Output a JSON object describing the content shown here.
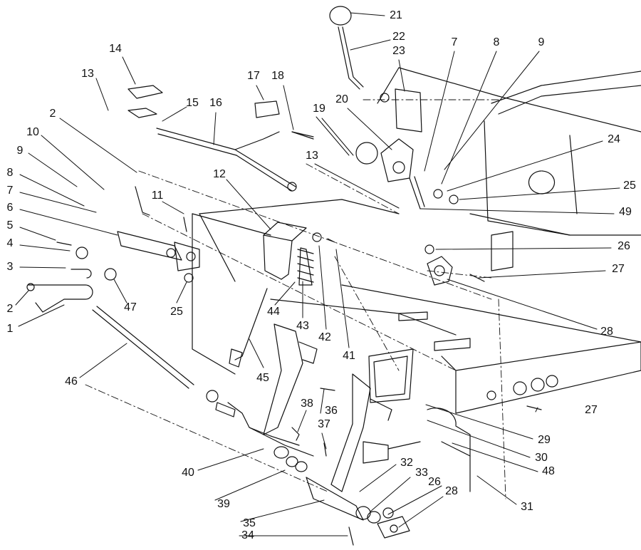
{
  "diagram": {
    "callouts": [
      {
        "id": "c1",
        "label": "1"
      },
      {
        "id": "c2a",
        "label": "2"
      },
      {
        "id": "c2b",
        "label": "2"
      },
      {
        "id": "c3",
        "label": "3"
      },
      {
        "id": "c4",
        "label": "4"
      },
      {
        "id": "c5",
        "label": "5"
      },
      {
        "id": "c6",
        "label": "6"
      },
      {
        "id": "c7a",
        "label": "7"
      },
      {
        "id": "c7b",
        "label": "7"
      },
      {
        "id": "c8a",
        "label": "8"
      },
      {
        "id": "c8b",
        "label": "8"
      },
      {
        "id": "c9a",
        "label": "9"
      },
      {
        "id": "c9b",
        "label": "9"
      },
      {
        "id": "c10",
        "label": "10"
      },
      {
        "id": "c11",
        "label": "11"
      },
      {
        "id": "c12",
        "label": "12"
      },
      {
        "id": "c13a",
        "label": "13"
      },
      {
        "id": "c13b",
        "label": "13"
      },
      {
        "id": "c14",
        "label": "14"
      },
      {
        "id": "c15",
        "label": "15"
      },
      {
        "id": "c16",
        "label": "16"
      },
      {
        "id": "c17",
        "label": "17"
      },
      {
        "id": "c18",
        "label": "18"
      },
      {
        "id": "c19",
        "label": "19"
      },
      {
        "id": "c20",
        "label": "20"
      },
      {
        "id": "c21",
        "label": "21"
      },
      {
        "id": "c22",
        "label": "22"
      },
      {
        "id": "c23",
        "label": "23"
      },
      {
        "id": "c24",
        "label": "24"
      },
      {
        "id": "c25a",
        "label": "25"
      },
      {
        "id": "c25b",
        "label": "25"
      },
      {
        "id": "c26a",
        "label": "26"
      },
      {
        "id": "c26b",
        "label": "26"
      },
      {
        "id": "c27a",
        "label": "27"
      },
      {
        "id": "c27b",
        "label": "27"
      },
      {
        "id": "c28a",
        "label": "28"
      },
      {
        "id": "c28b",
        "label": "28"
      },
      {
        "id": "c29",
        "label": "29"
      },
      {
        "id": "c30",
        "label": "30"
      },
      {
        "id": "c31",
        "label": "31"
      },
      {
        "id": "c32",
        "label": "32"
      },
      {
        "id": "c33",
        "label": "33"
      },
      {
        "id": "c34",
        "label": "34"
      },
      {
        "id": "c35",
        "label": "35"
      },
      {
        "id": "c36",
        "label": "36"
      },
      {
        "id": "c37",
        "label": "37"
      },
      {
        "id": "c38",
        "label": "38"
      },
      {
        "id": "c39",
        "label": "39"
      },
      {
        "id": "c40",
        "label": "40"
      },
      {
        "id": "c41",
        "label": "41"
      },
      {
        "id": "c42",
        "label": "42"
      },
      {
        "id": "c43",
        "label": "43"
      },
      {
        "id": "c44",
        "label": "44"
      },
      {
        "id": "c45",
        "label": "45"
      },
      {
        "id": "c46",
        "label": "46"
      },
      {
        "id": "c47",
        "label": "47"
      },
      {
        "id": "c48",
        "label": "48"
      },
      {
        "id": "c49",
        "label": "49"
      }
    ]
  }
}
